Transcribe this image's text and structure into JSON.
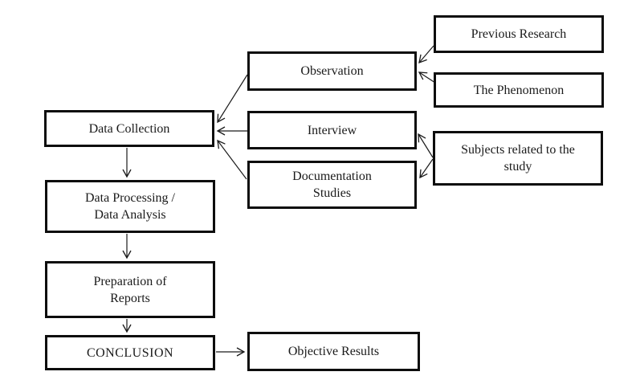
{
  "diagram": {
    "type": "flowchart",
    "background_color": "#ffffff",
    "box_border_color": "#0d0d0d",
    "arrow_color": "#1a1a1a",
    "nodes": [
      {
        "id": "previous-research",
        "label": "Previous Research"
      },
      {
        "id": "the-phenomenon",
        "label": "The Phenomenon"
      },
      {
        "id": "observation",
        "label": "Observation"
      },
      {
        "id": "interview",
        "label": "Interview"
      },
      {
        "id": "documentation-studies",
        "label": "Documentation\nStudies"
      },
      {
        "id": "subjects-related",
        "label": "Subjects related to the\nstudy"
      },
      {
        "id": "data-collection",
        "label": "Data Collection"
      },
      {
        "id": "data-processing",
        "label": "Data Processing /\nData Analysis"
      },
      {
        "id": "preparation-of-reports",
        "label": "Preparation of\nReports"
      },
      {
        "id": "conclusion",
        "label": "CONCLUSION"
      },
      {
        "id": "objective-results",
        "label": "Objective Results"
      }
    ],
    "edges": [
      {
        "from": "previous-research",
        "to": "observation"
      },
      {
        "from": "the-phenomenon",
        "to": "observation"
      },
      {
        "from": "observation",
        "to": "data-collection"
      },
      {
        "from": "interview",
        "to": "data-collection"
      },
      {
        "from": "documentation-studies",
        "to": "data-collection"
      },
      {
        "from": "subjects-related",
        "to": "interview"
      },
      {
        "from": "subjects-related",
        "to": "documentation-studies"
      },
      {
        "from": "data-collection",
        "to": "data-processing"
      },
      {
        "from": "data-processing",
        "to": "preparation-of-reports"
      },
      {
        "from": "preparation-of-reports",
        "to": "conclusion"
      },
      {
        "from": "conclusion",
        "to": "objective-results"
      }
    ]
  }
}
